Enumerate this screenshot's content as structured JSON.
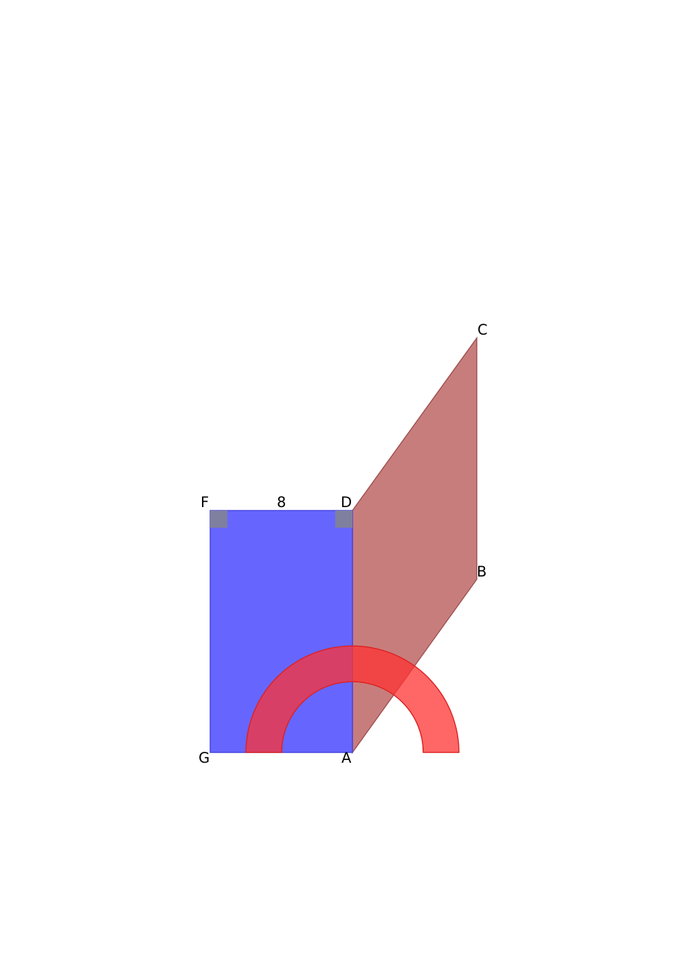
{
  "diagram": {
    "points": {
      "A": "A",
      "B": "B",
      "C": "C",
      "D": "D",
      "F": "F",
      "G": "G"
    },
    "side_labels": {
      "FD": "8"
    },
    "colors": {
      "parallelogram_fill": "#c87d7d",
      "parallelogram_stroke": "#a05050",
      "rectangle_fill": "#6666ff",
      "rectangle_stroke": "#4444dd",
      "ring_fill": "#ff3333",
      "ring_stroke": "#dd2222",
      "right_angle_marker": "#7f7f9f"
    }
  }
}
